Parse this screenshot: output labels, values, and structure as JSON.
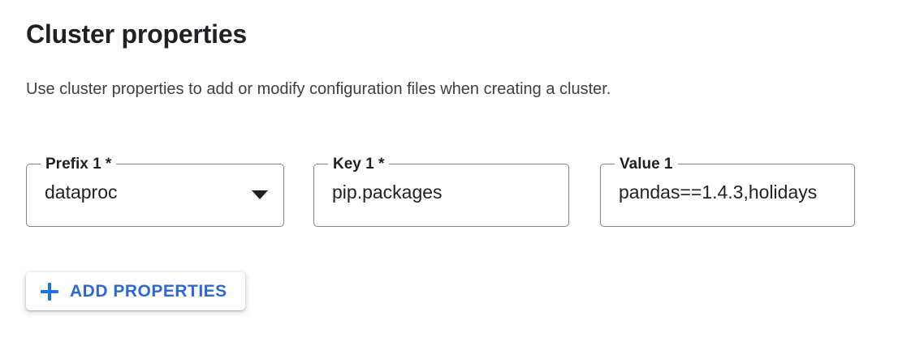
{
  "section": {
    "title": "Cluster properties",
    "description": "Use cluster properties to add or modify configuration files when creating a cluster."
  },
  "fields": [
    {
      "name": "prefix",
      "label": "Prefix 1 *",
      "value": "dataproc",
      "control": "select",
      "icon": "chevron-down-icon"
    },
    {
      "name": "key",
      "label": "Key 1 *",
      "value": "pip.packages",
      "control": "text"
    },
    {
      "name": "value",
      "label": "Value 1",
      "value": "pandas==1.4.3,holidays",
      "control": "text"
    }
  ],
  "add_button": {
    "label": "ADD PROPERTIES",
    "icon": "plus-icon",
    "accent_color": "#2f68d4"
  },
  "colors": {
    "text_primary": "#202124",
    "text_secondary": "#3c4043",
    "field_border": "#80868b",
    "accent_blue": "#1a73e8",
    "background": "#ffffff"
  }
}
